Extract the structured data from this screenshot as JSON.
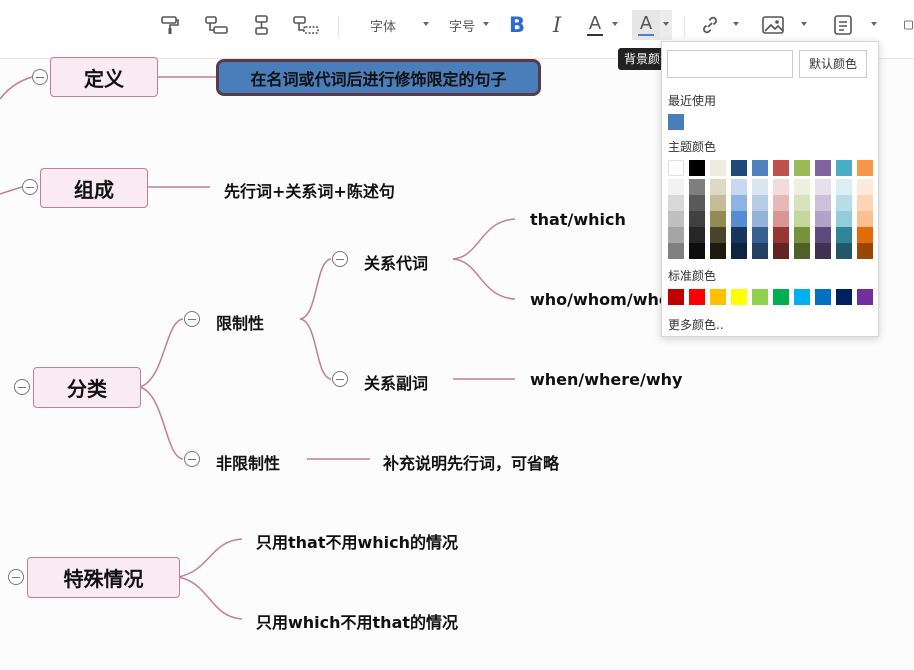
{
  "toolbar": {
    "font_label": "字体",
    "size_label": "字号",
    "bold_glyph": "B",
    "italic_glyph": "I",
    "font_color_glyph": "A",
    "bg_color_glyph": "A",
    "tooltip": "背景颜色",
    "colors": {
      "font_underline": "#333333",
      "bg_underline": "#4a7fd0"
    }
  },
  "picker": {
    "input_value": "",
    "default_button": "默认颜色",
    "recent_label": "最近使用",
    "recent_colors": [
      "#4a7ebb"
    ],
    "theme_label": "主题颜色",
    "theme_columns": [
      [
        "#ffffff",
        "#f2f2f2",
        "#d9d9d9",
        "#bfbfbf",
        "#a6a6a6",
        "#808080"
      ],
      [
        "#000000",
        "#7f7f7f",
        "#595959",
        "#404040",
        "#262626",
        "#0d0d0d"
      ],
      [
        "#eeece1",
        "#ddd9c3",
        "#c4bd97",
        "#948a54",
        "#4a452a",
        "#1d1b10"
      ],
      [
        "#1f497d",
        "#c6d9f0",
        "#8db3e2",
        "#548dd4",
        "#17365d",
        "#0f243e"
      ],
      [
        "#4f81bd",
        "#dbe5f1",
        "#b8cce4",
        "#95b3d7",
        "#366092",
        "#244061"
      ],
      [
        "#c0504d",
        "#f2dcdb",
        "#e5b9b7",
        "#d99694",
        "#953734",
        "#632423"
      ],
      [
        "#9bbb59",
        "#ebf1dd",
        "#d7e3bc",
        "#c3d69b",
        "#76923c",
        "#4f6128"
      ],
      [
        "#8064a2",
        "#e5e0ec",
        "#ccc1d9",
        "#b2a2c7",
        "#5f497a",
        "#3f3151"
      ],
      [
        "#4bacc6",
        "#dbeef3",
        "#b7dde8",
        "#92cddc",
        "#31859b",
        "#205867"
      ],
      [
        "#f79646",
        "#fdeada",
        "#fbd5b5",
        "#fac08f",
        "#e36c09",
        "#974806"
      ]
    ],
    "standard_label": "标准颜色",
    "standard_colors": [
      "#c00000",
      "#ff0000",
      "#ffc000",
      "#ffff00",
      "#92d050",
      "#00b050",
      "#00b0f0",
      "#0070c0",
      "#002060",
      "#7030a0"
    ],
    "more_label": "更多颜色.."
  },
  "mindmap": {
    "colors": {
      "branch": "#c27d98",
      "node_fill": "#f9ebf1",
      "selected_fill": "#4a7ebb",
      "selected_border": "#5a3a4a"
    },
    "definition": "定义",
    "definition_text": "在名词或代词后进行修饰限定的句子",
    "composition": "组成",
    "composition_text": "先行词+关系词+陈述句",
    "classification": "分类",
    "restrictive": "限制性",
    "relative_pronoun": "关系代词",
    "pronoun_1": "that/which",
    "pronoun_2": "who/whom/whose",
    "relative_adverb": "关系副词",
    "adverb_1": "when/where/why",
    "nonrestrictive": "非限制性",
    "nonrestrictive_text": "补充说明先行词，可省略",
    "special": "特殊情况",
    "special_1": "只用that不用which的情况",
    "special_2": "只用which不用that的情况"
  }
}
